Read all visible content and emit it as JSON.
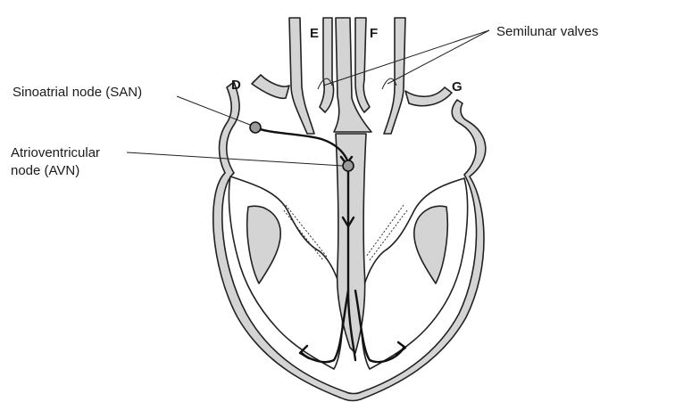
{
  "labels": {
    "semilunar_valves": "Semilunar valves",
    "san": "Sinoatrial node (SAN)",
    "avn_line1": "Atrioventricular",
    "avn_line2": "node (AVN)",
    "d": "D",
    "e": "E",
    "f": "F",
    "g": "G"
  },
  "colors": {
    "tissue": "#d4d4d4",
    "outline": "#222222",
    "node": "#9a9a9a"
  }
}
